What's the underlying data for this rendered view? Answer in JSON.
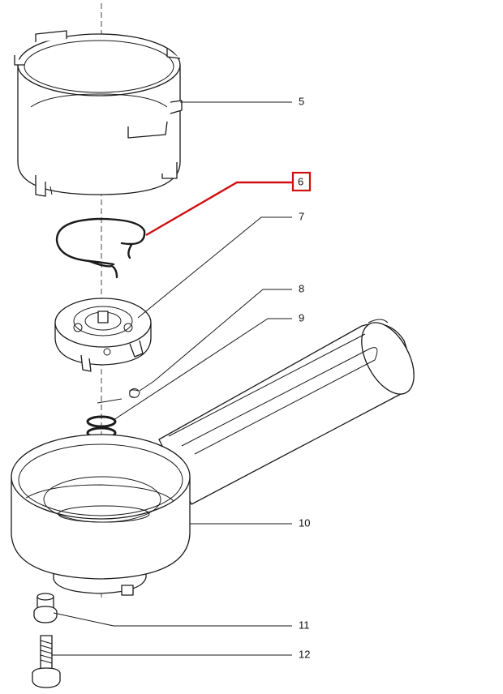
{
  "diagram": {
    "highlight_color": "#d01010",
    "line_color": "#1a1a1a",
    "callouts": [
      {
        "id": "5",
        "label": "5",
        "highlighted": false
      },
      {
        "id": "6",
        "label": "6",
        "highlighted": true
      },
      {
        "id": "7",
        "label": "7",
        "highlighted": false
      },
      {
        "id": "8",
        "label": "8",
        "highlighted": false
      },
      {
        "id": "9",
        "label": "9",
        "highlighted": false
      },
      {
        "id": "10",
        "label": "10",
        "highlighted": false
      },
      {
        "id": "11",
        "label": "11",
        "highlighted": false
      },
      {
        "id": "12",
        "label": "12",
        "highlighted": false
      }
    ]
  }
}
